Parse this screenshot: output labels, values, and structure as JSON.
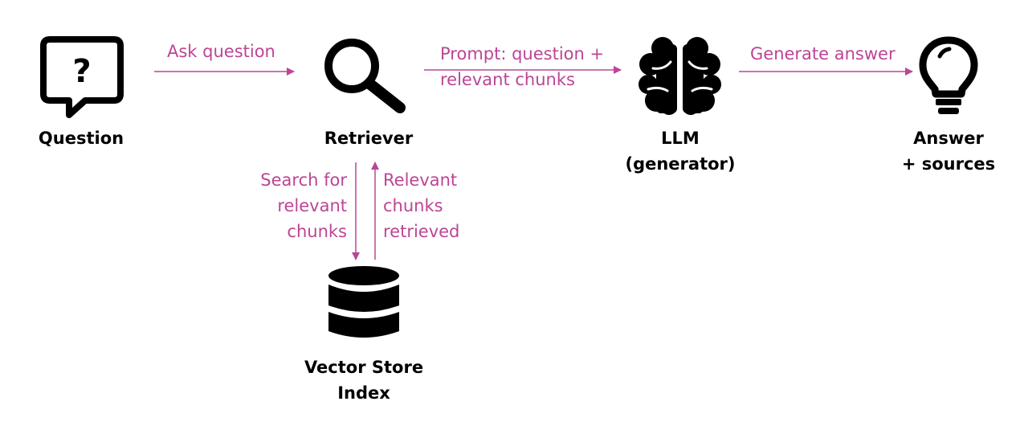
{
  "colors": {
    "accent": "#bc4595",
    "icon": "#000000"
  },
  "nodes": {
    "question": {
      "label": "Question",
      "icon": "question-bubble-icon"
    },
    "retriever": {
      "label": "Retriever",
      "icon": "search-icon"
    },
    "llm": {
      "label": "LLM\n(generator)",
      "icon": "brain-icon"
    },
    "answer": {
      "label": "Answer\n+ sources",
      "icon": "lightbulb-icon"
    },
    "vector_store": {
      "label": "Vector Store\nIndex",
      "icon": "database-icon"
    }
  },
  "edges": {
    "ask_question": "Ask question",
    "prompt": "Prompt: question +\nrelevant chunks",
    "generate_answer": "Generate answer",
    "search": "Search for\nrelevant\nchunks",
    "retrieved": "Relevant\nchunks\nretrieved"
  }
}
